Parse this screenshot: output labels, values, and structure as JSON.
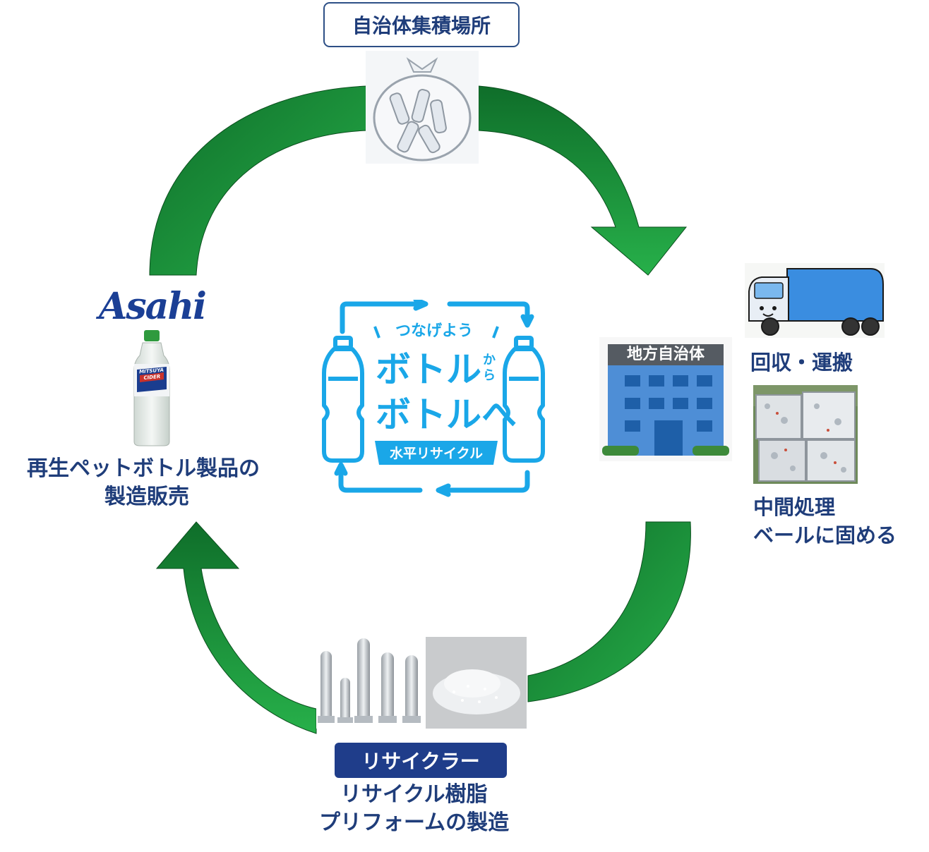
{
  "nodes": {
    "collection_point": "自治体集積場所",
    "municipality_sign": "地方自治体",
    "collection_transport": "回収・運搬",
    "intermediate_line1": "中間処理",
    "intermediate_line2": "ベールに固める",
    "recycler": "リサイクラー",
    "recycler_line1": "リサイクル樹脂",
    "recycler_line2": "プリフォームの製造",
    "product_line1": "再生ペットボトル製品の",
    "product_line2": "製造販売"
  },
  "brand": {
    "asahi_logo": "Asahi",
    "bottle_label": "MITSUYA CIDER"
  },
  "center_logo": {
    "tagline": "つなげよう",
    "line1": "ボトル",
    "kara": "から",
    "line2": "ボトルへ",
    "ribbon": "水平リサイクル"
  },
  "colors": {
    "arrow_green": "#1f9a3c",
    "arrow_dark": "#0f6e2a",
    "logo_blue": "#1aa7e8",
    "navy": "#1f3d7a"
  }
}
